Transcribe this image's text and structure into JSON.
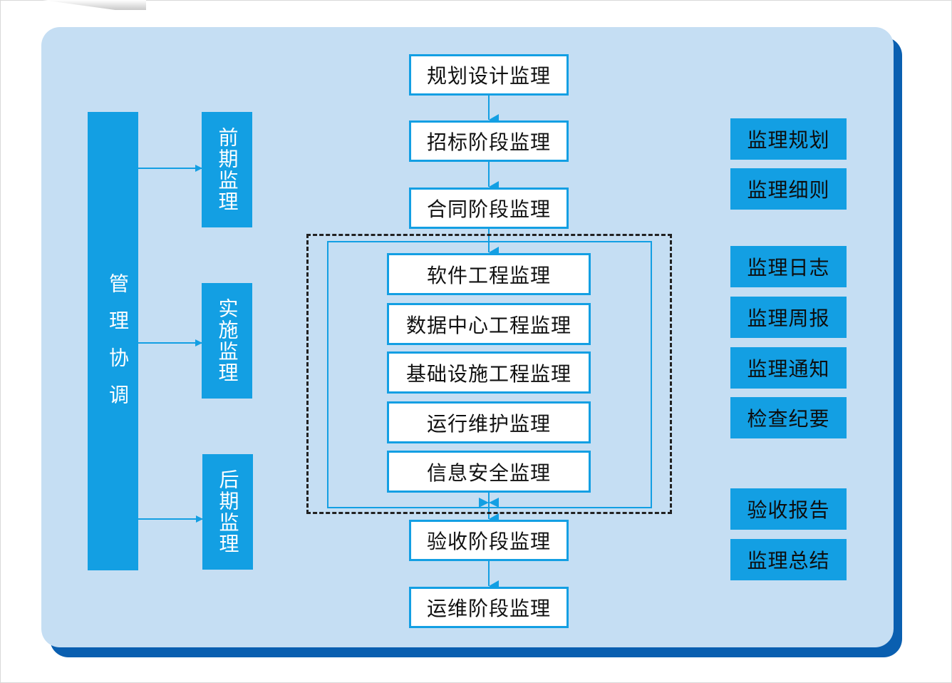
{
  "left": {
    "management": "管理协调",
    "phases": [
      {
        "label": "前期监理"
      },
      {
        "label": "实施监理"
      },
      {
        "label": "后期监理"
      }
    ]
  },
  "flow": {
    "top": [
      {
        "label": "规划设计监理"
      },
      {
        "label": "招标阶段监理"
      },
      {
        "label": "合同阶段监理"
      }
    ],
    "implementation": [
      {
        "label": "软件工程监理"
      },
      {
        "label": "数据中心工程监理"
      },
      {
        "label": "基础设施工程监理"
      },
      {
        "label": "运行维护监理"
      },
      {
        "label": "信息安全监理"
      }
    ],
    "bottom": [
      {
        "label": "验收阶段监理"
      },
      {
        "label": "运维阶段监理"
      }
    ]
  },
  "documents": [
    {
      "label": "监理规划"
    },
    {
      "label": "监理细则"
    },
    {
      "label": "监理日志"
    },
    {
      "label": "监理周报"
    },
    {
      "label": "监理通知"
    },
    {
      "label": "检查纪要"
    },
    {
      "label": "验收报告"
    },
    {
      "label": "监理总结"
    }
  ],
  "colors": {
    "accent": "#139fe3",
    "panel": "#c5def3",
    "shadow": "#0a5fb0"
  }
}
